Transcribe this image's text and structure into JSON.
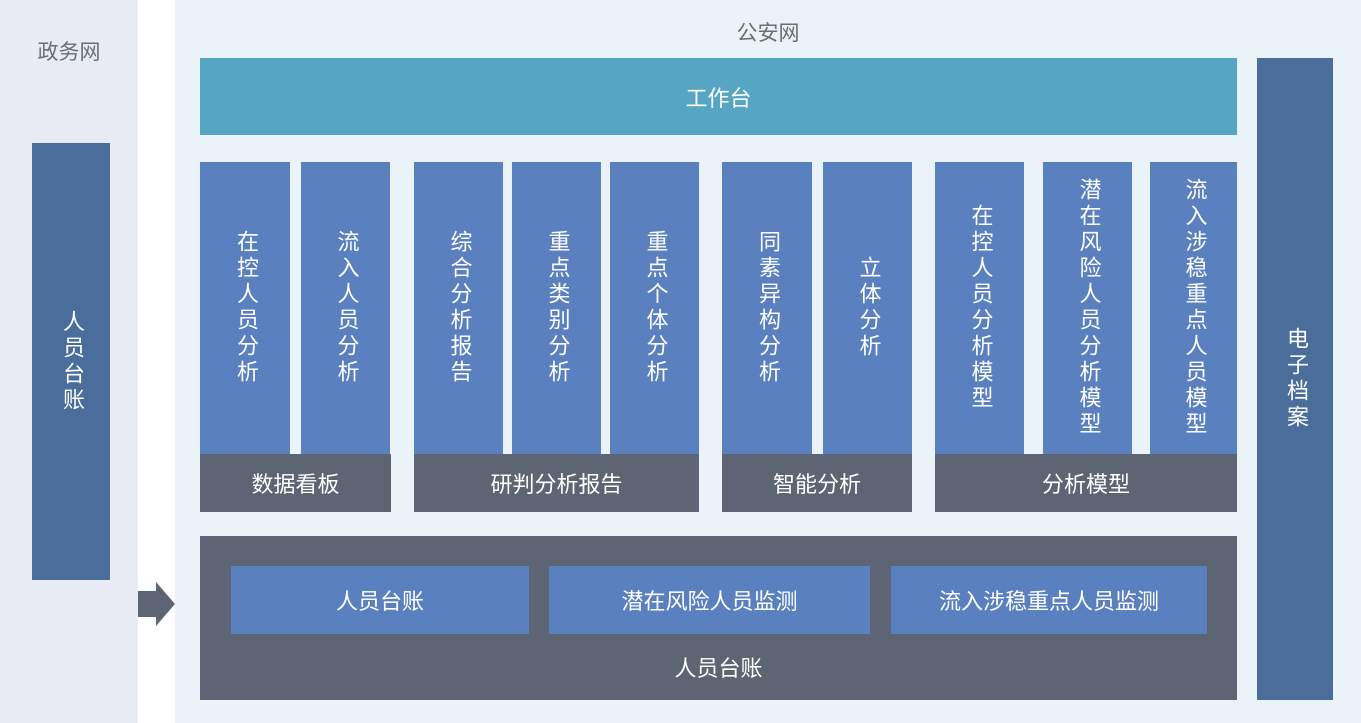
{
  "left_zone": {
    "title": "政务网",
    "box": "人员台账"
  },
  "right_zone": {
    "title": "公安网",
    "workbench": "工作台",
    "archive": "电子档案"
  },
  "groups": [
    {
      "label": "数据看板",
      "items": [
        "在控人员分析",
        "流入人员分析"
      ]
    },
    {
      "label": "研判分析报告",
      "items": [
        "综合分析报告",
        "重点类别分析",
        "重点个体分析"
      ]
    },
    {
      "label": "智能分析",
      "items": [
        "同素异构分析",
        "立体分析"
      ]
    },
    {
      "label": "分析模型",
      "items": [
        "在控人员分析模型",
        "潜在风险人员分析模型",
        "流入涉稳重点人员模型"
      ]
    }
  ],
  "ledger": {
    "label": "人员台账",
    "items": [
      "人员台账",
      "潜在风险人员监测",
      "流入涉稳重点人员监测"
    ]
  },
  "colors": {
    "column": "#5b80c0",
    "group_label": "#5d6574",
    "workbench": "#55a5c3",
    "side_box": "#4a6d9c"
  }
}
